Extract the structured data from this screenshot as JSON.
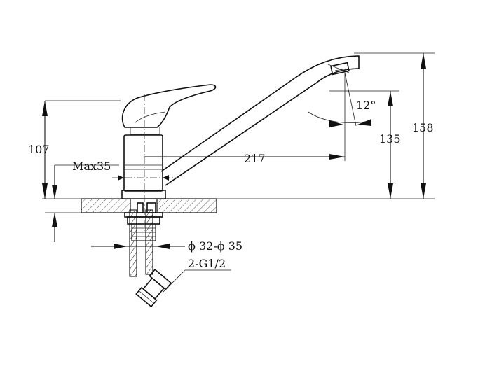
{
  "dimensions": {
    "overall_height": "158",
    "spout_height": "135",
    "body_height": "107",
    "spout_reach": "217",
    "deck_thickness": "Max35",
    "spout_angle": "12°",
    "hole_diameter": "ϕ 32-ϕ 35",
    "connection": "2-G1/2"
  },
  "colors": {
    "line": "#111111",
    "background": "#ffffff"
  }
}
